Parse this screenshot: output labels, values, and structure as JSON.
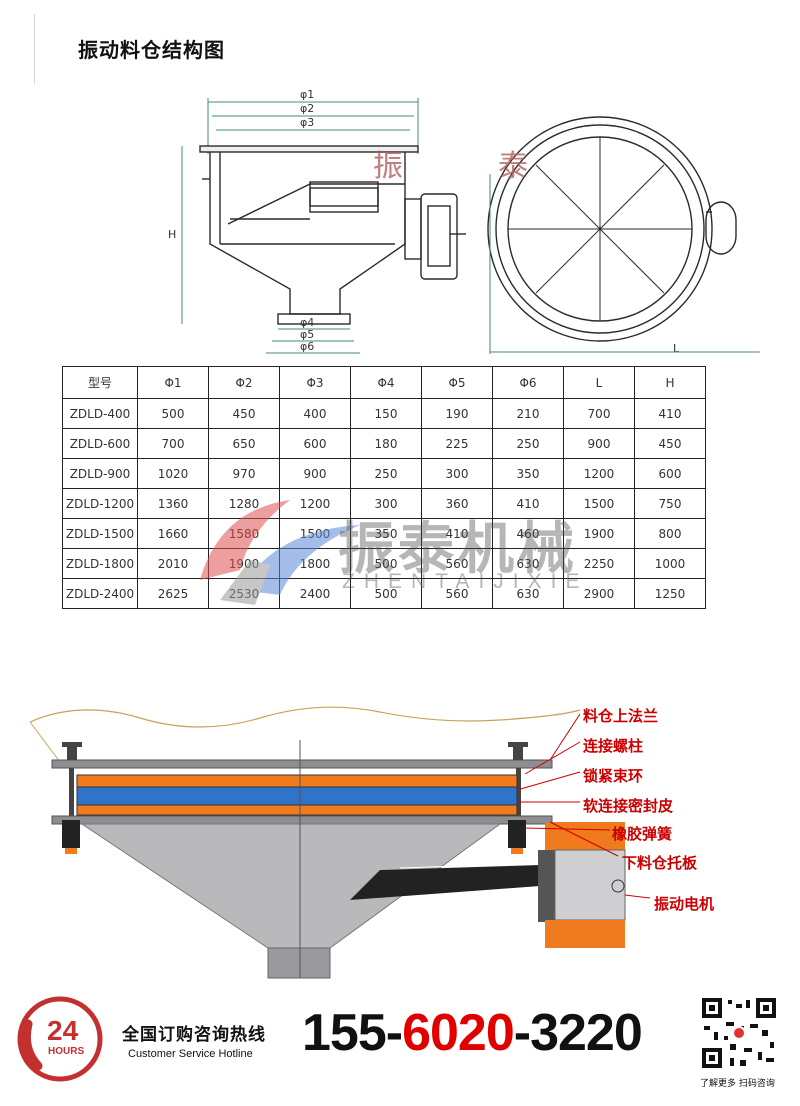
{
  "page": {
    "title": "振动料仓结构图"
  },
  "drawing": {
    "side_labels": [
      "φ1",
      "φ2",
      "φ3",
      "φ4",
      "φ5",
      "φ6",
      "H"
    ],
    "top_label": "L",
    "overlay_chars": [
      "振",
      "泰"
    ]
  },
  "table": {
    "headers": [
      "型号",
      "Φ1",
      "Φ2",
      "Φ3",
      "Φ4",
      "Φ5",
      "Φ6",
      "L",
      "H"
    ],
    "rows": [
      [
        "ZDLD-400",
        "500",
        "450",
        "400",
        "150",
        "190",
        "210",
        "700",
        "410"
      ],
      [
        "ZDLD-600",
        "700",
        "650",
        "600",
        "180",
        "225",
        "250",
        "900",
        "450"
      ],
      [
        "ZDLD-900",
        "1020",
        "970",
        "900",
        "250",
        "300",
        "350",
        "1200",
        "600"
      ],
      [
        "ZDLD-1200",
        "1360",
        "1280",
        "1200",
        "300",
        "360",
        "410",
        "1500",
        "750"
      ],
      [
        "ZDLD-1500",
        "1660",
        "1580",
        "1500",
        "350",
        "410",
        "460",
        "1900",
        "800"
      ],
      [
        "ZDLD-1800",
        "2010",
        "1900",
        "1800",
        "500",
        "560",
        "630",
        "2250",
        "1000"
      ],
      [
        "ZDLD-2400",
        "2625",
        "2530",
        "2400",
        "500",
        "560",
        "630",
        "2900",
        "1250"
      ]
    ]
  },
  "watermark": {
    "name": "振泰机械",
    "pinyin": "ZHENTAIJIXIE"
  },
  "structure": {
    "callouts": [
      "料仓上法兰",
      "连接螺柱",
      "锁紧束环",
      "软连接密封皮",
      "橡胶弹簧",
      "下料仓托板",
      "振动电机"
    ]
  },
  "footer": {
    "logo_number": "24",
    "logo_word": "HOURS",
    "hotline_cn": "全国订购咨询热线",
    "hotline_en": "Customer Service Hotline",
    "phone_part1": "155-",
    "phone_part2": "6020",
    "phone_part3": "-3220",
    "qr_caption": "了解更多  扫码咨询"
  },
  "colors": {
    "accent_red": "#e10000",
    "callout_red": "#cc0000",
    "band_orange": "#f07a1e",
    "band_blue": "#2e74c8",
    "hopper_gray": "#b9b9bc",
    "drawing_line": "#2a2a2a",
    "dimension_green": "#3f8f6a"
  }
}
